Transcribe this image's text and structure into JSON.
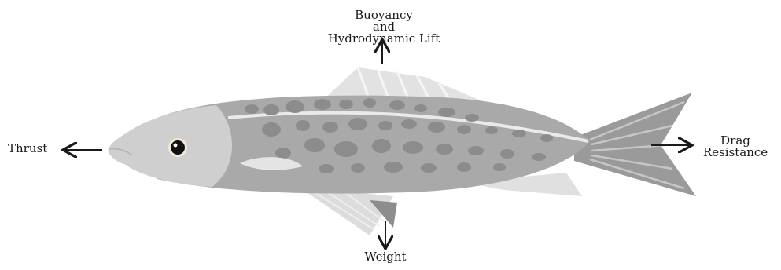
{
  "labels": {
    "buoyancy_line1": "Buoyancy",
    "buoyancy_line2": "and",
    "buoyancy_line3": "Hydrodynamic Lift",
    "thrust": "Thrust",
    "drag_line1": "Drag",
    "drag_line2": "Resistance",
    "weight": "Weight"
  },
  "colors": {
    "body": "#a9a9a9",
    "head": "#cfcfcf",
    "fin_light": "#e2e2e2",
    "tail": "#9a9a9a",
    "spots": "#8c8c8c",
    "arrow": "#1a1a1a"
  }
}
